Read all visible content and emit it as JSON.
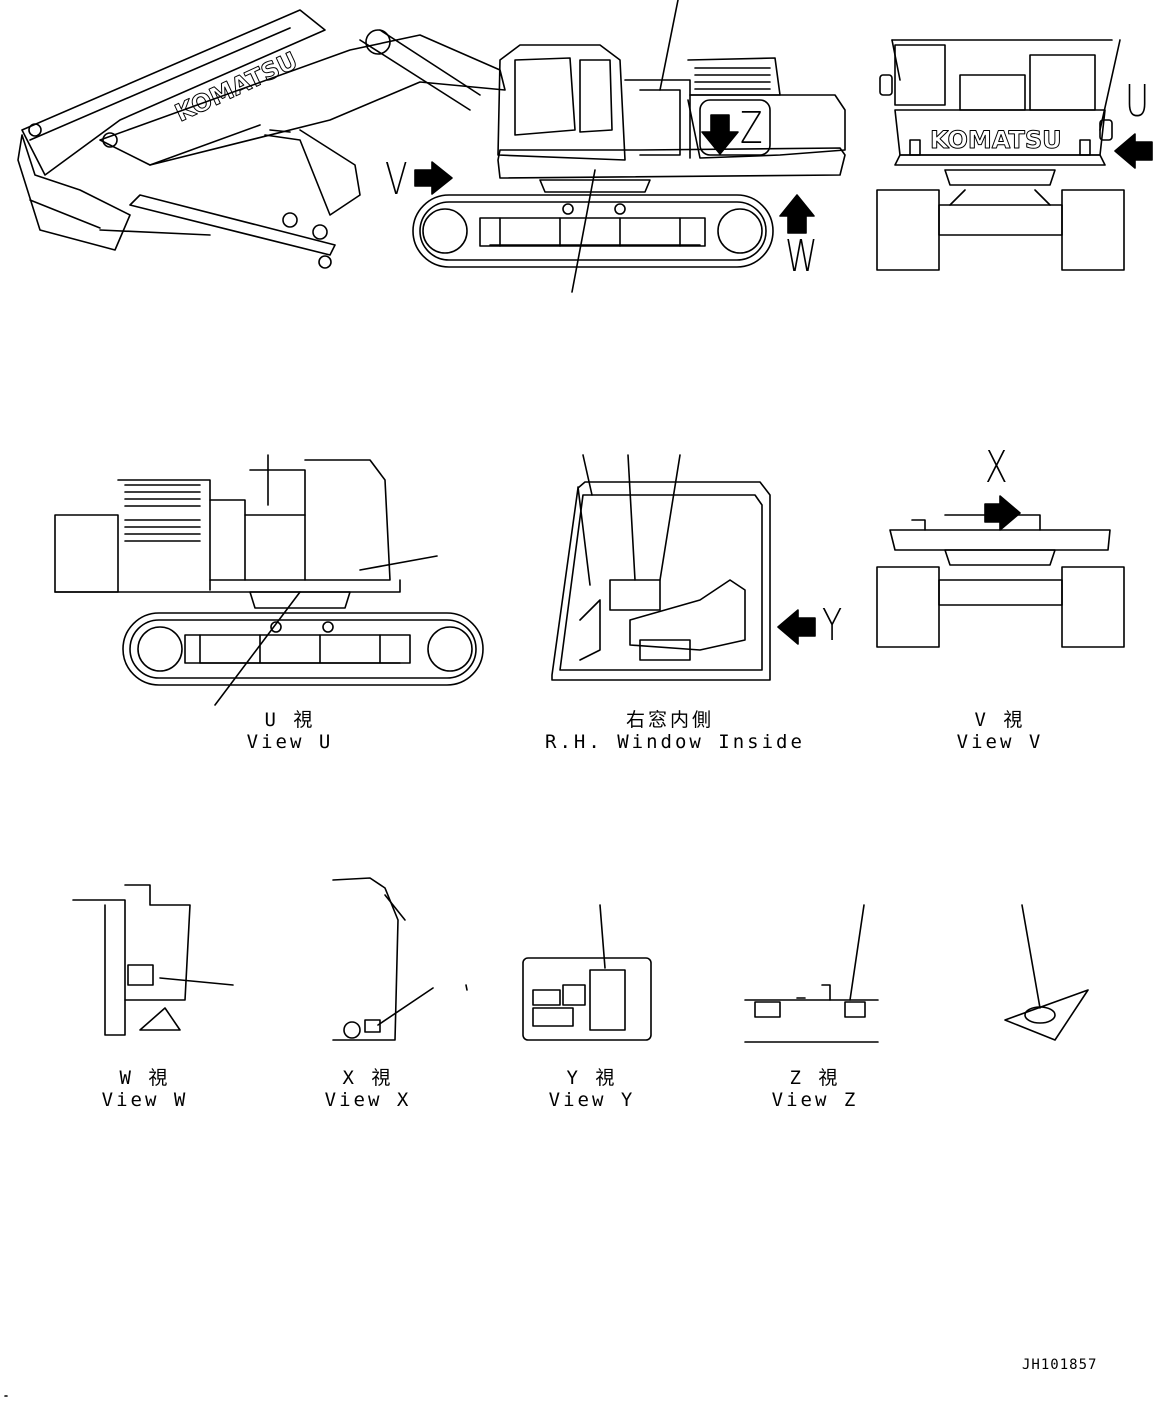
{
  "brand": "KOMATSU",
  "view_letters": {
    "u": "U",
    "v": "V",
    "w": "W",
    "x": "X",
    "y": "Y",
    "z": "Z"
  },
  "captions": {
    "u": {
      "jp": "U 視",
      "en": "View U"
    },
    "window": {
      "jp": "右窓内側",
      "en": "R.H. Window Inside"
    },
    "v": {
      "jp": "V 視",
      "en": "View V"
    },
    "w": {
      "jp": "W 視",
      "en": "View W"
    },
    "x": {
      "jp": "X 視",
      "en": "View X"
    },
    "y": {
      "jp": "Y 視",
      "en": "View Y"
    },
    "z": {
      "jp": "Z 視",
      "en": "View Z"
    }
  },
  "drawing_code": "JH101857"
}
